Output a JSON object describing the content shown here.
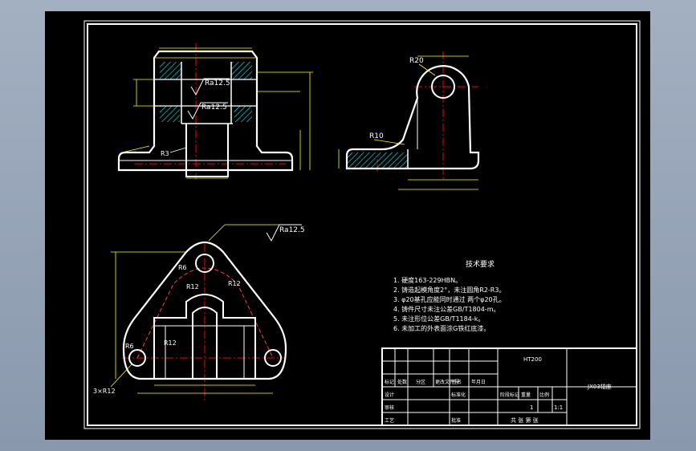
{
  "colors": {
    "viewport_bg": "#9aa7ba",
    "paper": "#000000",
    "outline": "#ffffff",
    "dimension": "#ffff00",
    "centerline": "#ff0000",
    "hatch": "#00ffff",
    "hidden": "#ff4040"
  },
  "views": {
    "front": {
      "roughness_1": "Ra12.5",
      "roughness_2": "Ra12.5",
      "radius_r3": "R3"
    },
    "side": {
      "radius_r20": "R20",
      "radius_r10": "R10"
    },
    "top": {
      "roughness_3": "Ra12.5",
      "radius_r6_a": "R6",
      "radius_r12_a": "R12",
      "radius_r12_b": "R12",
      "radius_r12_c": "R12",
      "radius_r6_b": "R6",
      "holes_note": "3×R12"
    }
  },
  "notes": {
    "title": "技术要求",
    "items": [
      "1. 硬度163-229HBN。",
      "2. 铸造起模角度2°，未注圆角R2-R3。",
      "3. φ20基孔应能同时通过 两个φ20孔。",
      "4. 铸件尺寸未注公差GB/T1804-m。",
      "5. 未注形位公差GB/T1184-k。",
      "6. 未加工的外表面涂G铁红底漆。"
    ]
  },
  "title_block": {
    "material": "HT200",
    "part_name": "JX03轴座",
    "scale": "1:1",
    "count": "1",
    "org": "共 张 第 张",
    "labels": [
      "标记",
      "处数",
      "分区",
      "更改文件号",
      "签名",
      "年月日",
      "设计",
      "标准化",
      "审核",
      "工艺",
      "批准",
      "阶段标记",
      "重量",
      "比例"
    ]
  }
}
